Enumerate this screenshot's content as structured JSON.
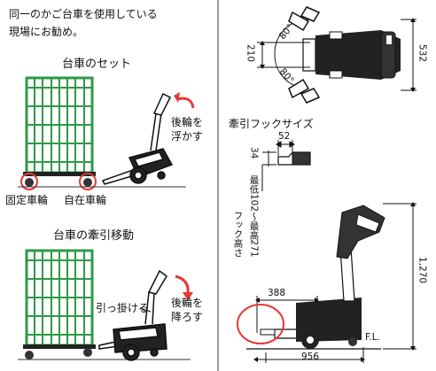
{
  "intro": {
    "line1": "同一のかご台車を使用している",
    "line2": "現場にお勧め。"
  },
  "setup": {
    "heading": "台車のセット",
    "lift_note_1": "後輪を",
    "lift_note_2": "浮かす",
    "fixed_wheel": "固定車輪",
    "free_wheel": "自在車輪"
  },
  "towing": {
    "heading": "台車の牽引移動",
    "hook_label": "引っ掛ける",
    "lower_note_1": "後輪を",
    "lower_note_2": "降ろす"
  },
  "top_view": {
    "angle_top": "80°",
    "angle_bottom": "80°",
    "width_left": "210",
    "width_right": "532"
  },
  "hook_size": {
    "title": "牽引フックサイズ",
    "hook_width": "52",
    "hook_thickness": "34",
    "hook_height_label": "最低102〜最高271",
    "hook_height_side": "フック高さ"
  },
  "side_view": {
    "hook_reach": "388",
    "total_height": "1,270",
    "total_length": "956",
    "floor_label": "F.L."
  },
  "colors": {
    "cart_green": "#2e9a47",
    "highlight_red": "#e53935",
    "ink": "#111111"
  }
}
